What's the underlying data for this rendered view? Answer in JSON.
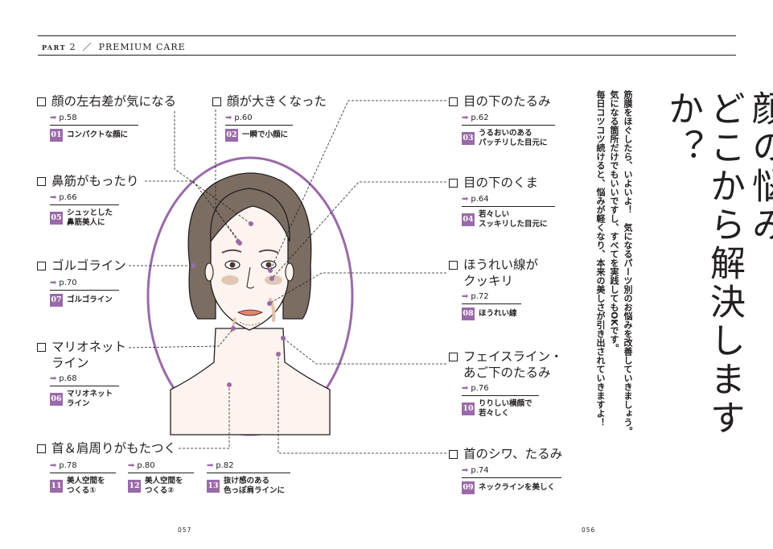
{
  "header": {
    "part_label": "PART",
    "part_number": "2",
    "slash": "／",
    "section": "PREMIUM CARE"
  },
  "title": {
    "line1": "顔の悩み、",
    "line2": "どこから解決しますか？"
  },
  "intro": [
    "筋膜をほぐしたら、いよいよ！　気になるパーツ別のお悩みを改善していきましょう。",
    "気になる箇所だけでもいいですし、すべてを実践してもOKです。",
    "毎日コツコツ続けると、悩みが軽くなり、本来の美しさが引き出されていきますよ！"
  ],
  "concerns": [
    {
      "title": "顔の左右差が気になる",
      "page": "p.58",
      "items": [
        {
          "num": "01",
          "label": "コンパクトな顔に"
        }
      ]
    },
    {
      "title": "顔が大きくなった",
      "page": "p.60",
      "items": [
        {
          "num": "02",
          "label": "一瞬で小顔に"
        }
      ]
    },
    {
      "title": "鼻筋がもったり",
      "page": "p.66",
      "items": [
        {
          "num": "05",
          "label": "シュッとした\n鼻筋美人に"
        }
      ]
    },
    {
      "title": "ゴルゴライン",
      "page": "p.70",
      "items": [
        {
          "num": "07",
          "label": "ゴルゴライン"
        }
      ]
    },
    {
      "title": "マリオネット\nライン",
      "page": "p.68",
      "items": [
        {
          "num": "06",
          "label": "マリオネット\nライン"
        }
      ]
    },
    {
      "title": "首＆肩周りがもたつく",
      "pages": [
        "p.78",
        "p.80",
        "p.82"
      ],
      "items": [
        {
          "num": "11",
          "label": "美人空間を\nつくる①"
        },
        {
          "num": "12",
          "label": "美人空間を\nつくる②"
        },
        {
          "num": "13",
          "label": "抜け感のある\n色っぽ肩ラインに"
        }
      ]
    },
    {
      "title": "目の下のたるみ",
      "page": "p.62",
      "items": [
        {
          "num": "03",
          "label": "うるおいのある\nパッチリした目元に"
        }
      ]
    },
    {
      "title": "目の下のくま",
      "page": "p.64",
      "items": [
        {
          "num": "04",
          "label": "若々しい\nスッキリした目元に"
        }
      ]
    },
    {
      "title": "ほうれい線が\nクッキリ",
      "page": "p.72",
      "items": [
        {
          "num": "08",
          "label": "ほうれい線"
        }
      ]
    },
    {
      "title": "フェイスライン・\nあご下のたるみ",
      "page": "p.76",
      "items": [
        {
          "num": "10",
          "label": "りりしい横顔で\n若々しく"
        }
      ]
    },
    {
      "title": "首のシワ、たるみ",
      "page": "p.74",
      "items": [
        {
          "num": "09",
          "label": "ネックラインを美しく"
        }
      ]
    }
  ],
  "page_numbers": {
    "left": "057",
    "right": "056"
  },
  "colors": {
    "accent": "#9a6aa8",
    "text": "#231f20",
    "skin": "#fdf3ef",
    "hair": "#7c6d62"
  }
}
